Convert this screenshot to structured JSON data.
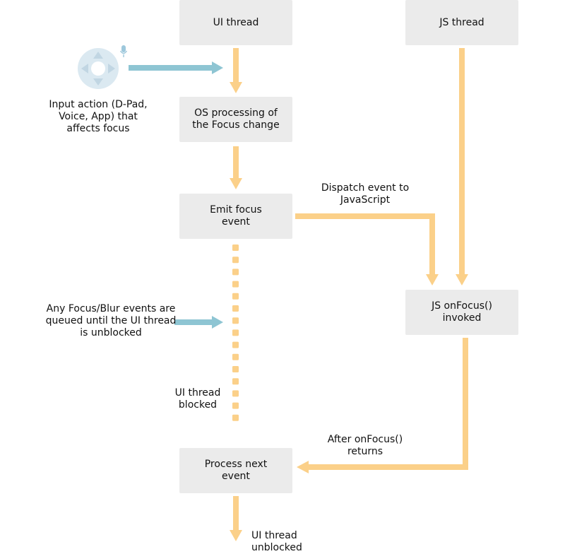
{
  "colors": {
    "box_fill": "#ebebeb",
    "orange_arrow": "#fbd089",
    "blue_arrow": "#8ec5d3",
    "dpad_fill": "#dbe9f1",
    "dpad_arrow": "#c1d6e3",
    "mic": "#9ec8dc"
  },
  "boxes": {
    "ui_thread": "UI thread",
    "js_thread": "JS thread",
    "os_processing": "OS processing of\nthe Focus change",
    "emit_focus": "Emit focus\nevent",
    "js_onfocus": "JS onFocus()\ninvoked",
    "process_next": "Process next\nevent"
  },
  "labels": {
    "input_action": "Input action (D-Pad,\nVoice, App) that\naffects focus",
    "dispatch": "Dispatch event to\nJavaScript",
    "queued": "Any Focus/Blur events are\nqueued until the UI thread\nis unblocked",
    "ui_blocked": "UI thread\nblocked",
    "after_onfocus": "After onFocus()\nreturns",
    "ui_unblocked": "UI thread unblocked"
  },
  "icons": {
    "input_device": "dpad-icon",
    "voice": "microphone-icon"
  }
}
